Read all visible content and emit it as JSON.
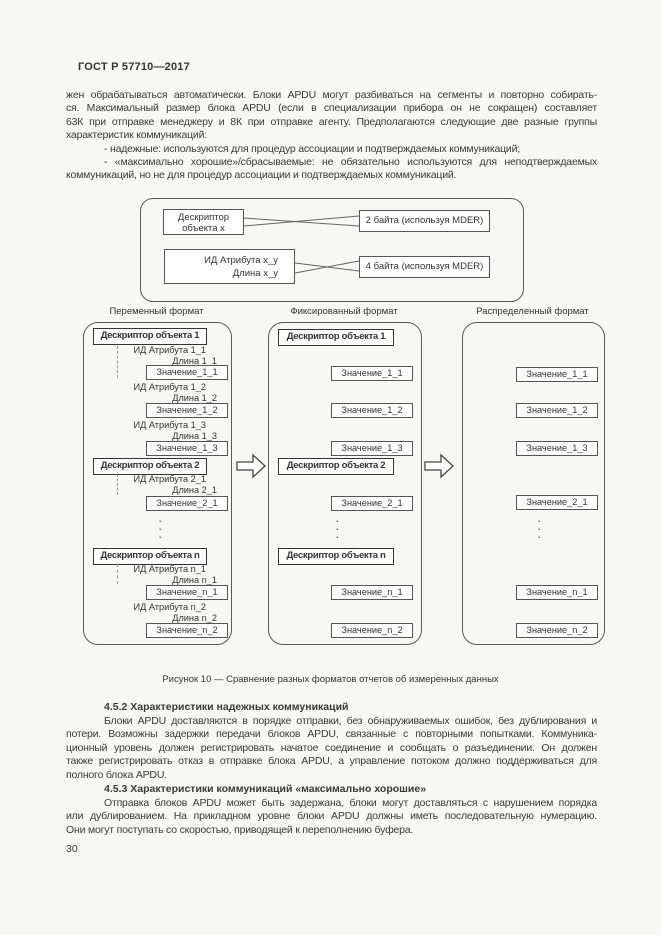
{
  "page": {
    "header": "ГОСТ Р 57710—2017",
    "number": "30"
  },
  "intro": {
    "lines": [
      "жен обрабатываться автоматически. Блоки APDU могут разбиваться на сегменты и повторно собирать-",
      "ся. Максимальный размер блока APDU (если в специализации прибора он не сокращен) составляет",
      "63К при отправке менеджеру и 8К при отправке агенту. Предполагаются следующие две разные группы",
      "характеристик коммуникаций:",
      "- надежные: используются для процедур ассоциации и подтверждаемых коммуникаций;",
      "- «максимально хорошие»/сбрасываемые: не обязательно используются для неподтверждаемых",
      "коммуникаций, но не для процедур ассоциации и подтверждаемых коммуникаций."
    ]
  },
  "figure_mder": {
    "descriptor_line1": "Дескриптор",
    "descriptor_line2": "объекта x",
    "bytes2": "2 байта (используя MDER)",
    "attr_line1": "ИД Атрибута x_y",
    "attr_line2": "Длина x_y",
    "bytes4": "4 байта (используя MDER)"
  },
  "figure_formats": {
    "caption": "Рисунок 10 — Сравнение разных форматов отчетов об измеренных данных",
    "col1": {
      "title": "Переменный формат",
      "d1": "Дескриптор объекта 1",
      "id11": "ИД Атрибута 1_1",
      "len11": "Длина 1_1",
      "v11": "Значение_1_1",
      "id12": "ИД Атрибута 1_2",
      "len12": "Длина 1_2",
      "v12": "Значение_1_2",
      "id13": "ИД Атрибута 1_3",
      "len13": "Длина 1_3",
      "v13": "Значение_1_3",
      "d2": "Дескриптор объекта 2",
      "id21": "ИД Атрибута 2_1",
      "len21": "Длина 2_1",
      "v21": "Значение_2_1",
      "dn": "Дескриптор объекта n",
      "idn1": "ИД Атрибута n_1",
      "lenn1": "Длина n_1",
      "vn1": "Значение_n_1",
      "idn2": "ИД Атрибута n_2",
      "lenn2": "Длина n_2",
      "vn2": "Значение_n_2"
    },
    "col2": {
      "title": "Фиксированный формат",
      "d1": "Дескриптор объекта 1",
      "v11": "Значение_1_1",
      "v12": "Значение_1_2",
      "v13": "Значение_1_3",
      "d2": "Дескриптор объекта 2",
      "v21": "Значение_2_1",
      "dn": "Дескриптор объекта n",
      "vn1": "Значение_n_1",
      "vn2": "Значение_n_2"
    },
    "col3": {
      "title": "Распределенный формат",
      "v11": "Значение_1_1",
      "v12": "Значение_1_2",
      "v13": "Значение_1_3",
      "v21": "Значение_2_1",
      "vn1": "Значение_n_1",
      "vn2": "Значение_n_2"
    }
  },
  "sec452": {
    "heading": "4.5.2 Характеристики надежных коммуникаций",
    "lines": [
      "Блоки APDU доставляются в порядке отправки, без обнаруживаемых ошибок, без дублирования и",
      "потери. Возможны задержки передачи блоков APDU, связанные с повторными попытками. Коммуника-",
      "ционный уровень должен регистрировать начатое соединение и сообщать о разъединении. Он должен",
      "также регистрировать отказ в отправке блока APDU, а управление потоком должно поддерживаться для",
      "полного блока APDU."
    ]
  },
  "sec453": {
    "heading": "4.5.3 Характеристики коммуникаций «максимально хорошие»",
    "lines": [
      "Отправка блоков APDU может быть задержана, блоки могут доставляться с нарушением порядка",
      "или дублированием. На прикладном уровне блоки APDU должны иметь последовательную нумерацию.",
      "Они могут поступать со скоростью, приводящей к переполнению буфера."
    ]
  }
}
